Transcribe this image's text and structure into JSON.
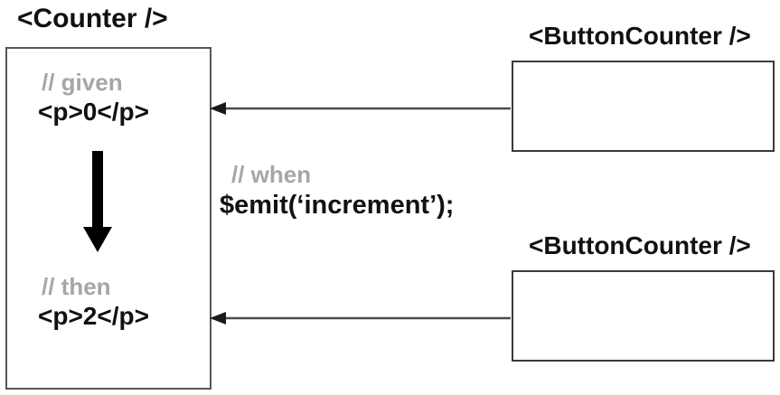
{
  "diagram": {
    "title_left": "<Counter />",
    "counter": {
      "given_comment": "// given",
      "given_code": "<p>0</p>",
      "then_comment": "// then",
      "then_code": "<p>2</p>"
    },
    "annotation": {
      "when_comment": "// when",
      "emit_code": "$emit(‘increment’);"
    },
    "button_counters": [
      {
        "title": "<ButtonCounter />"
      },
      {
        "title": "<ButtonCounter />"
      }
    ],
    "colors": {
      "text": "#111111",
      "comment_gray": "#a6a6a6",
      "counter_border": "#555555",
      "button_border": "#3a3a3a",
      "arrow": "#4d4d4d",
      "flow_arrow": "#000000",
      "background": "#ffffff"
    }
  }
}
